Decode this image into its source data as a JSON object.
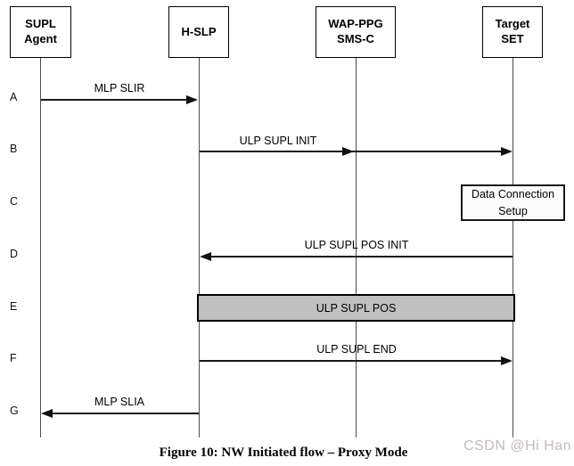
{
  "colors": {
    "pos_band_fill": "#c0c0c0",
    "watermark_text": "#c8baba",
    "line": "#1a1a1a"
  },
  "actors": [
    {
      "name": "SUPL Agent",
      "line1": "SUPL",
      "line2": "Agent"
    },
    {
      "name": "H-SLP",
      "line1": "H-SLP"
    },
    {
      "name": "WAP-PPG SMS-C",
      "line1": "WAP-PPG",
      "line2": "SMS-C"
    },
    {
      "name": "Target SET",
      "line1": "Target",
      "line2": "SET"
    }
  ],
  "rows": [
    {
      "label": "A",
      "kind": "arrow",
      "message": "MLP SLIR",
      "from": "SUPL Agent",
      "to": "H-SLP"
    },
    {
      "label": "B",
      "kind": "arrow",
      "message": "ULP SUPL INIT",
      "from": "H-SLP",
      "to": "Target SET",
      "via": "WAP-PPG SMS-C"
    },
    {
      "label": "C",
      "kind": "note-box",
      "at": "Target SET",
      "message_line1": "Data Connection",
      "message_line2": "Setup"
    },
    {
      "label": "D",
      "kind": "arrow",
      "message": "ULP SUPL POS INIT",
      "from": "Target SET",
      "to": "H-SLP"
    },
    {
      "label": "E",
      "kind": "band",
      "message": "ULP SUPL POS",
      "from": "H-SLP",
      "to": "Target SET"
    },
    {
      "label": "F",
      "kind": "arrow",
      "message": "ULP SUPL END",
      "from": "H-SLP",
      "to": "Target SET"
    },
    {
      "label": "G",
      "kind": "arrow",
      "message": "MLP SLIA",
      "from": "H-SLP",
      "to": "SUPL Agent"
    }
  ],
  "caption": "Figure 10: NW Initiated flow – Proxy Mode",
  "watermark": "CSDN @Hi Han"
}
